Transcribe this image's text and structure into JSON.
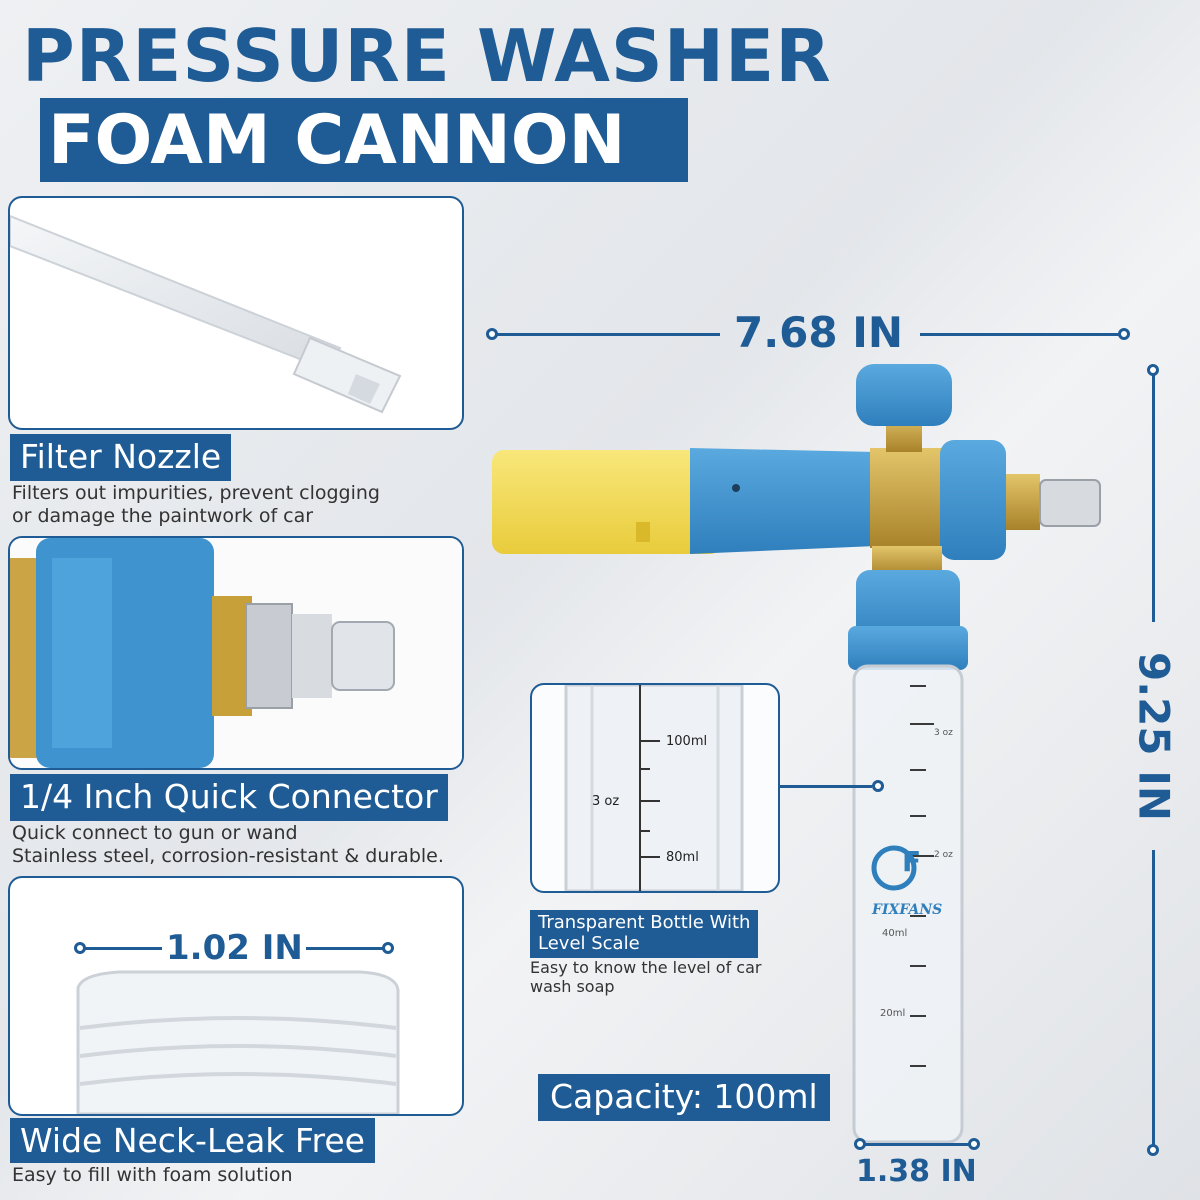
{
  "title": {
    "line1": "PRESSURE WASHER",
    "line2": "FOAM CANNON"
  },
  "features": [
    {
      "label": "Filter Nozzle",
      "desc1": "Filters out impurities, prevent clogging",
      "desc2": "or damage the paintwork of car"
    },
    {
      "label": "1/4 Inch Quick Connector",
      "desc1": "Quick connect to gun or wand",
      "desc2": "Stainless steel, corrosion-resistant & durable."
    },
    {
      "label": "Wide Neck-Leak Free",
      "desc1": "Easy to fill with foam solution"
    }
  ],
  "dimensions": {
    "width": "7.68 IN",
    "height": "9.25 IN",
    "neck": "1.02 IN",
    "bottle": "1.38 IN"
  },
  "bottle_callout": {
    "label1": "Transparent Bottle With",
    "label2": "Level Scale",
    "desc1": "Easy to know the level of car",
    "desc2": "wash soap",
    "scale_100": "100ml",
    "scale_3oz": "3 oz",
    "scale_80": "80ml"
  },
  "bottle_marks": {
    "oz3": "3 oz",
    "oz2": "2 oz",
    "ml40": "40ml",
    "ml20": "20ml"
  },
  "capacity": "Capacity: 100ml",
  "brand": {
    "letter": "F",
    "name": "FIXFANS"
  },
  "colors": {
    "brand_blue": "#1f5b94",
    "cap_blue": "#3f94d0",
    "yellow": "#f5de5a",
    "brass": "#c9a542"
  }
}
